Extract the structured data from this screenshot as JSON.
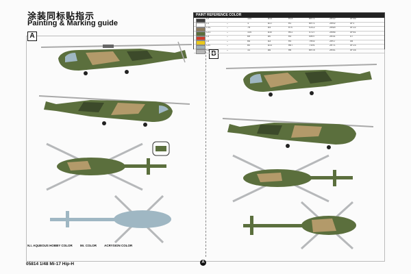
{
  "header": {
    "title_cn": "涂装同标贴指示",
    "title_en": "Painting & Marking guide"
  },
  "panels": [
    {
      "tag": "A"
    },
    {
      "tag": "B"
    }
  ],
  "paint_reference": {
    "title": "PAINT REFERENCE COLOR",
    "rows": [
      {
        "swatch": "#3d3d3d",
        "a": "C2",
        "b": "—",
        "c": "136",
        "d": "A11",
        "e": "H14",
        "f": "6071",
        "g": "2012",
        "h": "XF69"
      },
      {
        "swatch": "#fafafa",
        "a": "C1",
        "b": "—",
        "c": "1",
        "d": "A17",
        "e": "H1",
        "f": "6071",
        "g": "2002",
        "h": "XF1"
      },
      {
        "swatch": "#8c7a5b",
        "a": "C19",
        "b": "—",
        "c": "70",
        "d": "A4",
        "e": "H70",
        "f": "5312",
        "g": "2090",
        "h": "XF22"
      },
      {
        "swatch": "#5b6f3d",
        "a": "C21",
        "b": "—",
        "c": "116",
        "d": "A10",
        "e": "H52",
        "f": "4727",
        "g": "2086",
        "h": "XF61"
      },
      {
        "swatch": "#cf3b2a",
        "a": "C3",
        "b": "—",
        "c": "60",
        "d": "A5",
        "e": "H3",
        "f": "5007",
        "g": "2031",
        "h": "X7"
      },
      {
        "swatch": "#e9c81b",
        "a": "C4",
        "b": "—",
        "c": "69",
        "d": "A3",
        "e": "H4",
        "f": "7002",
        "g": "2057",
        "h": "X8"
      },
      {
        "swatch": "#9fb0b8",
        "a": "C20",
        "b": "—",
        "c": "65",
        "d": "A11",
        "e": "H67",
        "f": "7101",
        "g": "2071",
        "h": "XF23"
      },
      {
        "swatch": "#b6b6b6",
        "a": "C8",
        "b": "—",
        "c": "11",
        "d": "A9",
        "e": "H8",
        "f": "6078",
        "g": "2041",
        "h": "XF16"
      }
    ]
  },
  "legend": {
    "item1": "N.I. AQUEOUS HOBBY COLOR",
    "item2": "Mr. COLOR",
    "item3": "ACRYSION COLOR"
  },
  "footer": {
    "text": "05814 1/48 Mi-17 Hip-H",
    "page_mark": "A"
  },
  "colors": {
    "camo_green": "#5b6f3d",
    "camo_tan": "#b39a6a",
    "camo_dark": "#3c4a2a",
    "underside_blue": "#9fb7c3",
    "rotor": "#b6b8ba"
  }
}
